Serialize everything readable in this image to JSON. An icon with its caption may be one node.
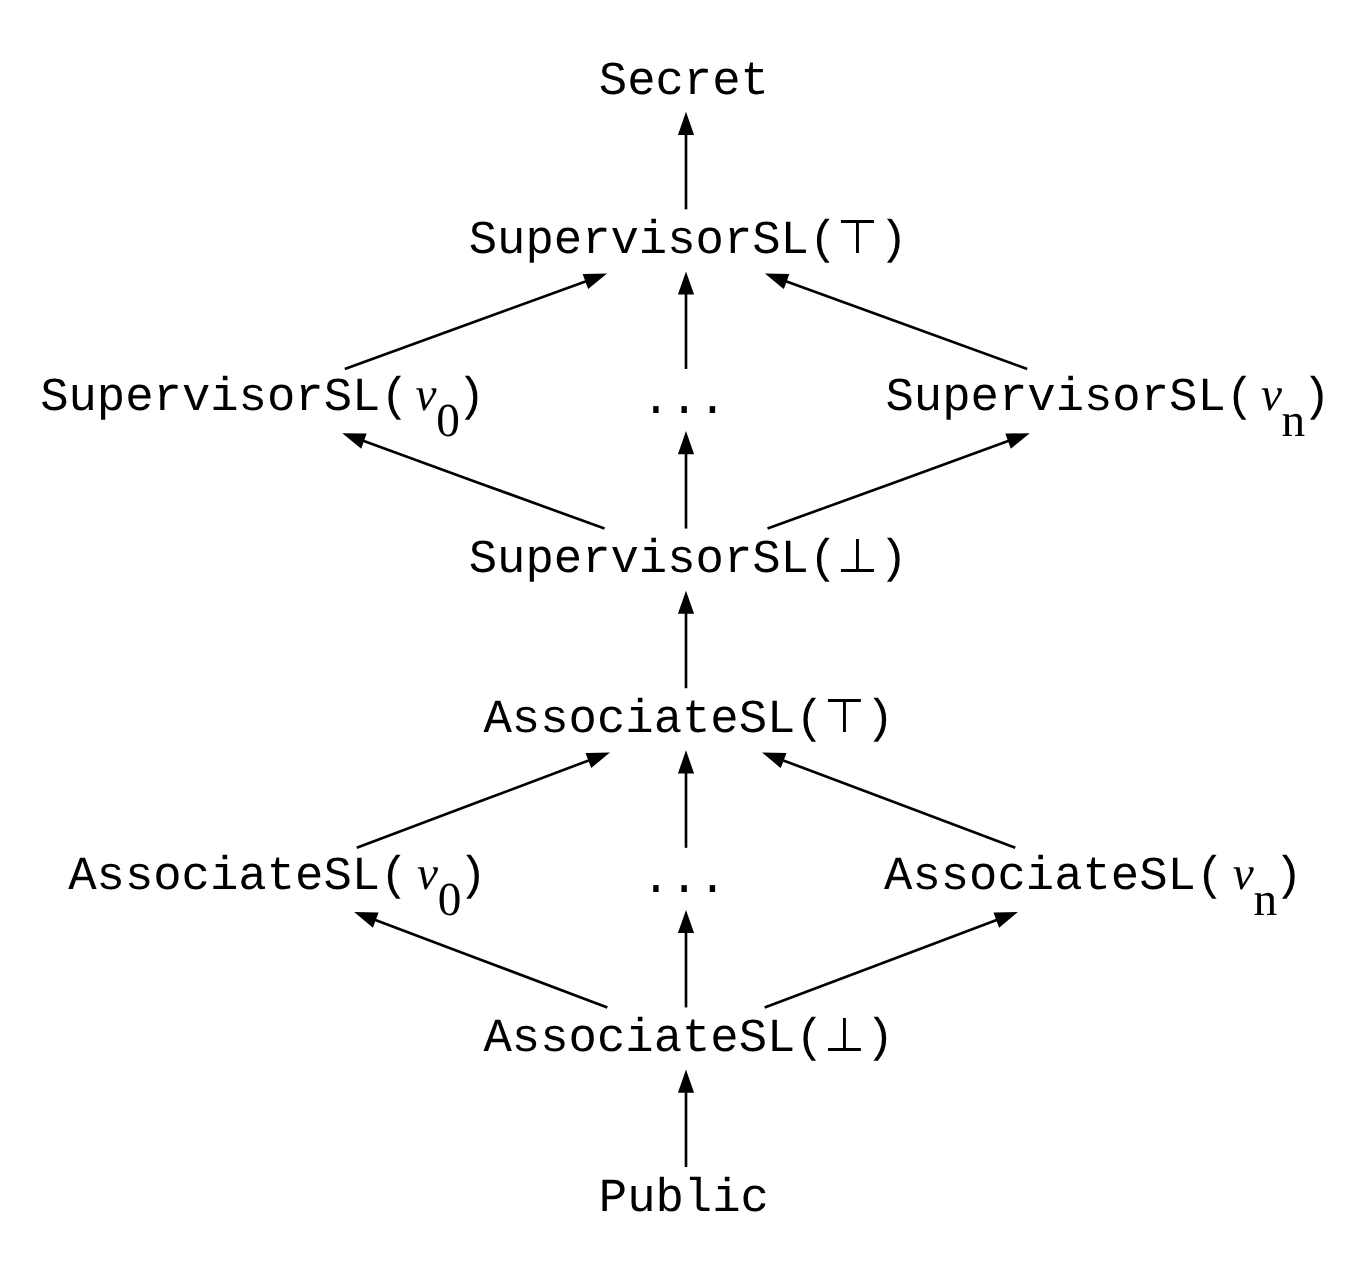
{
  "diagram": {
    "nodes": [
      {
        "text": [
          "Secret"
        ]
      },
      {
        "text": [
          "SupervisorSL(⊤)"
        ]
      },
      {
        "text": [
          "SupervisorSL(*v*$_{0}$)"
        ]
      },
      {
        "text": [
          "..."
        ]
      },
      {
        "text": [
          "SupervisorSL(*v*$_{n}$)"
        ]
      },
      {
        "text": [
          "SupervisorSL(⊥)"
        ]
      },
      {
        "text": [
          "AssociateSL(⊤)"
        ]
      },
      {
        "text": [
          "AssociateSL(*v*$_{0}$)"
        ]
      },
      {
        "text": [
          "..."
        ]
      },
      {
        "text": [
          "AssociateSL(*v*$_{n}$)"
        ]
      },
      {
        "text": [
          "AssociateSL(⊥)"
        ]
      },
      {
        "text": [
          "Public"
        ]
      }
    ],
    "edges": [
      {
        "from": 11,
        "to": 10,
        "arrow": "to"
      },
      {
        "from": 10,
        "to": 7,
        "arrow": "to"
      },
      {
        "from": 10,
        "to": 8,
        "arrow": "to"
      },
      {
        "from": 10,
        "to": 9,
        "arrow": "to"
      },
      {
        "from": 7,
        "to": 6,
        "arrow": "to"
      },
      {
        "from": 8,
        "to": 6,
        "arrow": "to"
      },
      {
        "from": 9,
        "to": 6,
        "arrow": "to"
      },
      {
        "from": 6,
        "to": 5,
        "arrow": "to"
      },
      {
        "from": 5,
        "to": 2,
        "arrow": "to"
      },
      {
        "from": 5,
        "to": 3,
        "arrow": "to"
      },
      {
        "from": 5,
        "to": 4,
        "arrow": "to"
      },
      {
        "from": 2,
        "to": 1,
        "arrow": "to"
      },
      {
        "from": 3,
        "to": 1,
        "arrow": "to"
      },
      {
        "from": 4,
        "to": 1,
        "arrow": "to"
      },
      {
        "from": 1,
        "to": 0,
        "arrow": "to"
      }
    ]
  }
}
